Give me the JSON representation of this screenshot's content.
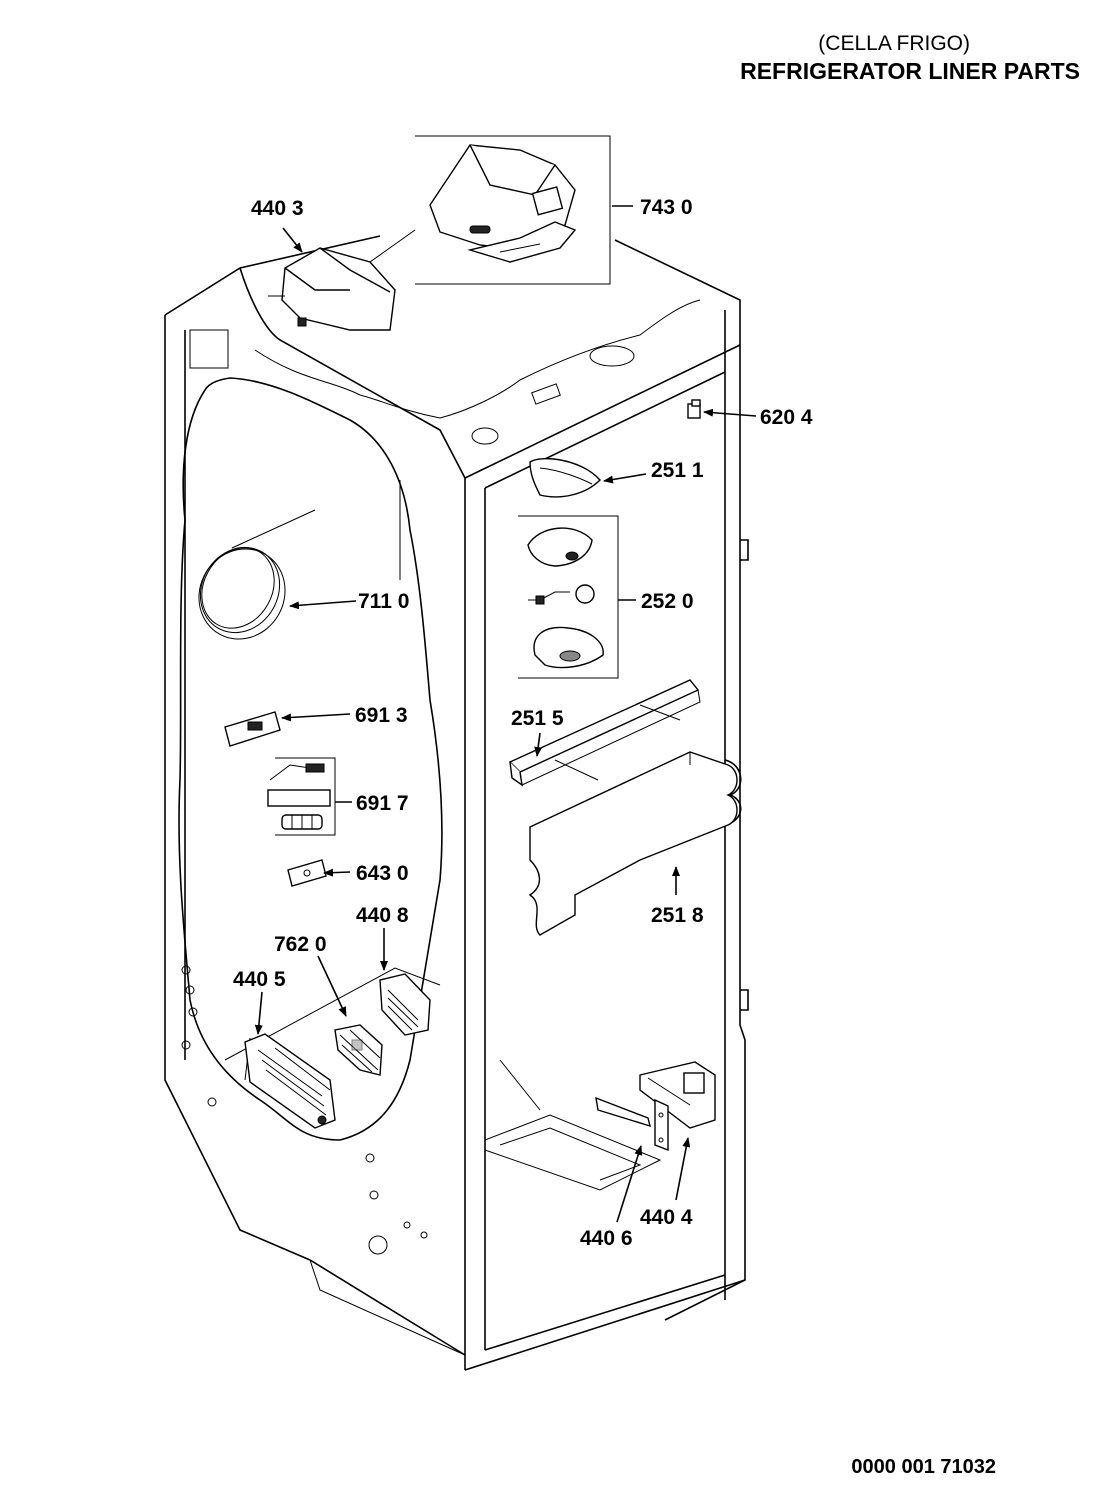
{
  "header": {
    "subtitle": "(CELLA FRIGO)",
    "title": "REFRIGERATOR LINER PARTS"
  },
  "footer": {
    "document_number": "0000 001 71032"
  },
  "callouts": [
    {
      "id": "c7430",
      "label": "743 0"
    },
    {
      "id": "c4403",
      "label": "440 3"
    },
    {
      "id": "c6204",
      "label": "620 4"
    },
    {
      "id": "c2511",
      "label": "251 1"
    },
    {
      "id": "c2520",
      "label": "252 0"
    },
    {
      "id": "c7110",
      "label": "711 0"
    },
    {
      "id": "c6913",
      "label": "691 3"
    },
    {
      "id": "c2515",
      "label": "251 5"
    },
    {
      "id": "c6917",
      "label": "691 7"
    },
    {
      "id": "c6430",
      "label": "643 0"
    },
    {
      "id": "c2518",
      "label": "251 8"
    },
    {
      "id": "c4408",
      "label": "440 8"
    },
    {
      "id": "c7620",
      "label": "762 0"
    },
    {
      "id": "c4405",
      "label": "440 5"
    },
    {
      "id": "c4404",
      "label": "440 4"
    },
    {
      "id": "c4406",
      "label": "440 6"
    }
  ]
}
